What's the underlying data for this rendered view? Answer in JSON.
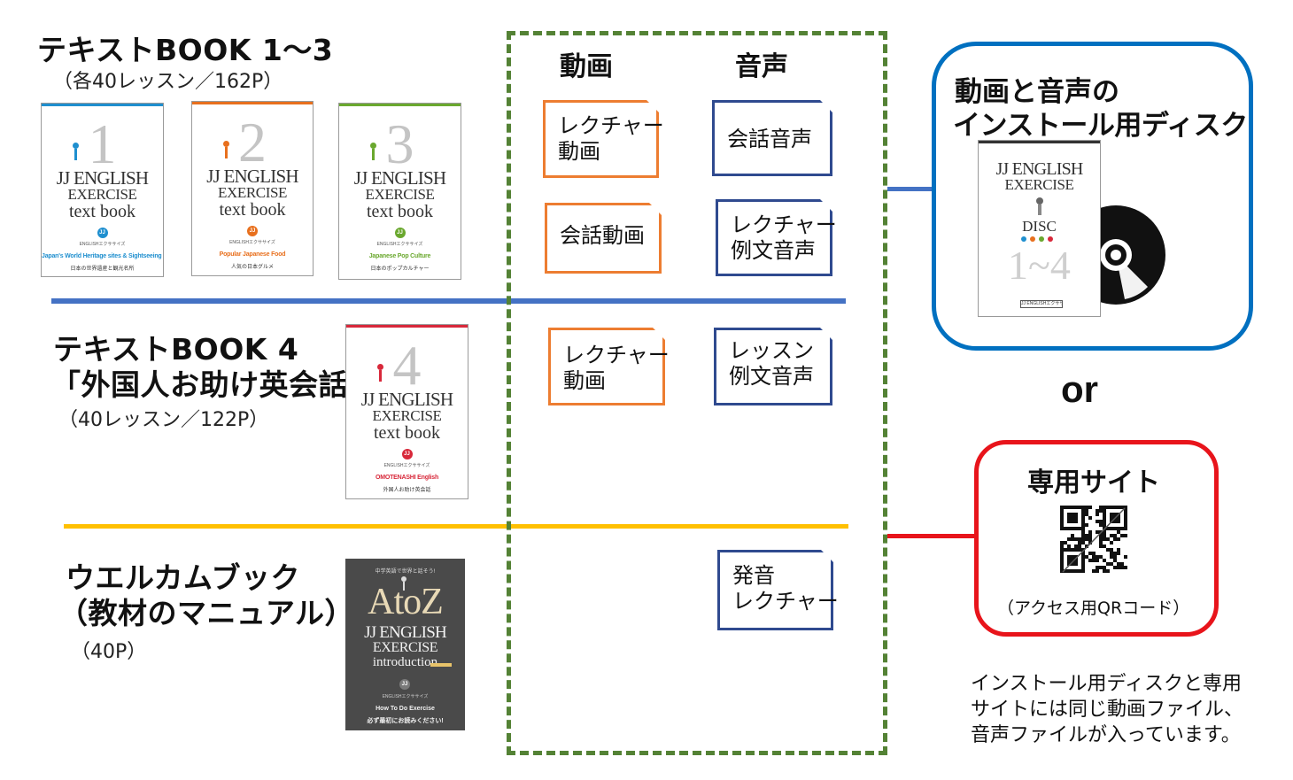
{
  "left": {
    "row1": {
      "title": "テキストBOOK 1〜3",
      "subtitle": "（各40レッスン／162P）"
    },
    "row2": {
      "title_line1": "テキストBOOK 4",
      "title_line2": "「外国人お助け英会話」",
      "subtitle": "（40レッスン／122P）"
    },
    "row3": {
      "title_line1": "ウエルカムブック",
      "title_line2": "（教材のマニュアル）",
      "subtitle": "（40P）"
    }
  },
  "books": [
    {
      "number": "1",
      "title1": "JJ ENGLISH",
      "title2": "EXERCISE",
      "title3": "text book",
      "tiny": "ENGLISHエクササイズ",
      "caption": "Japan's World Heritage sites & Sightseeing Spots",
      "caption_jp": "日本の世界遺産と観光名所",
      "color": "#1F8FCF"
    },
    {
      "number": "2",
      "title1": "JJ ENGLISH",
      "title2": "EXERCISE",
      "title3": "text book",
      "tiny": "ENGLISHエクササイズ",
      "caption": "Popular Japanese Food",
      "caption_jp": "人気の日本グルメ",
      "color": "#E8701E"
    },
    {
      "number": "3",
      "title1": "JJ ENGLISH",
      "title2": "EXERCISE",
      "title3": "text book",
      "tiny": "ENGLISHエクササイズ",
      "caption": "Japanese Pop Culture",
      "caption_jp": "日本のポップカルチャー",
      "color": "#6AA82E"
    },
    {
      "number": "4",
      "title1": "JJ ENGLISH",
      "title2": "EXERCISE",
      "title3": "text book",
      "tiny": "ENGLISHエクササイズ",
      "caption": "OMOTENASHI English",
      "caption_jp": "外国人お助け英会話",
      "color": "#D8283A"
    }
  ],
  "welcome_book": {
    "top": "中学英語で世界と話そう!",
    "title": "AtoZ",
    "title1": "JJ ENGLISH",
    "title2": "EXERCISE",
    "title3": "introduction",
    "tiny": "ENGLISHエクササイズ",
    "caption": "How To Do Exercise",
    "caption_jp": "必ず最初にお読みください!"
  },
  "columns": {
    "video": "動画",
    "audio": "音声"
  },
  "cards": {
    "lecture_video_1": "レクチャー\n動画",
    "conversation_audio": "会話音声",
    "conversation_video": "会話動画",
    "lecture_example_audio": "レクチャー\n例文音声",
    "lecture_video_2": "レクチャー\n動画",
    "lesson_example_audio": "レッスン\n例文音声",
    "pronunciation_lecture": "発音\nレクチャー"
  },
  "disc_box": {
    "title_line1": "動画と音声の",
    "title_line2": "インストール用ディスク",
    "disc_title1": "JJ ENGLISH",
    "disc_title2": "EXERCISE",
    "disc_label": "DISC",
    "disc_range": "1~4",
    "disc_foot": "JJ ENGLISHエクササイズ"
  },
  "or_label": "or",
  "site_box": {
    "title": "専用サイト",
    "caption": "（アクセス用QRコード）"
  },
  "footnote": {
    "line1": "インストール用ディスクと専用",
    "line2": "サイトには同じ動画ファイル、",
    "line3": "音声ファイルが入っています。"
  },
  "colors": {
    "orange": "#ED7D31",
    "navy": "#2F4A8F",
    "green_dash": "#548235",
    "blue_line": "#4472C4",
    "gold_line": "#FFC000",
    "disc_border": "#0070C0",
    "site_border": "#E8141B"
  }
}
